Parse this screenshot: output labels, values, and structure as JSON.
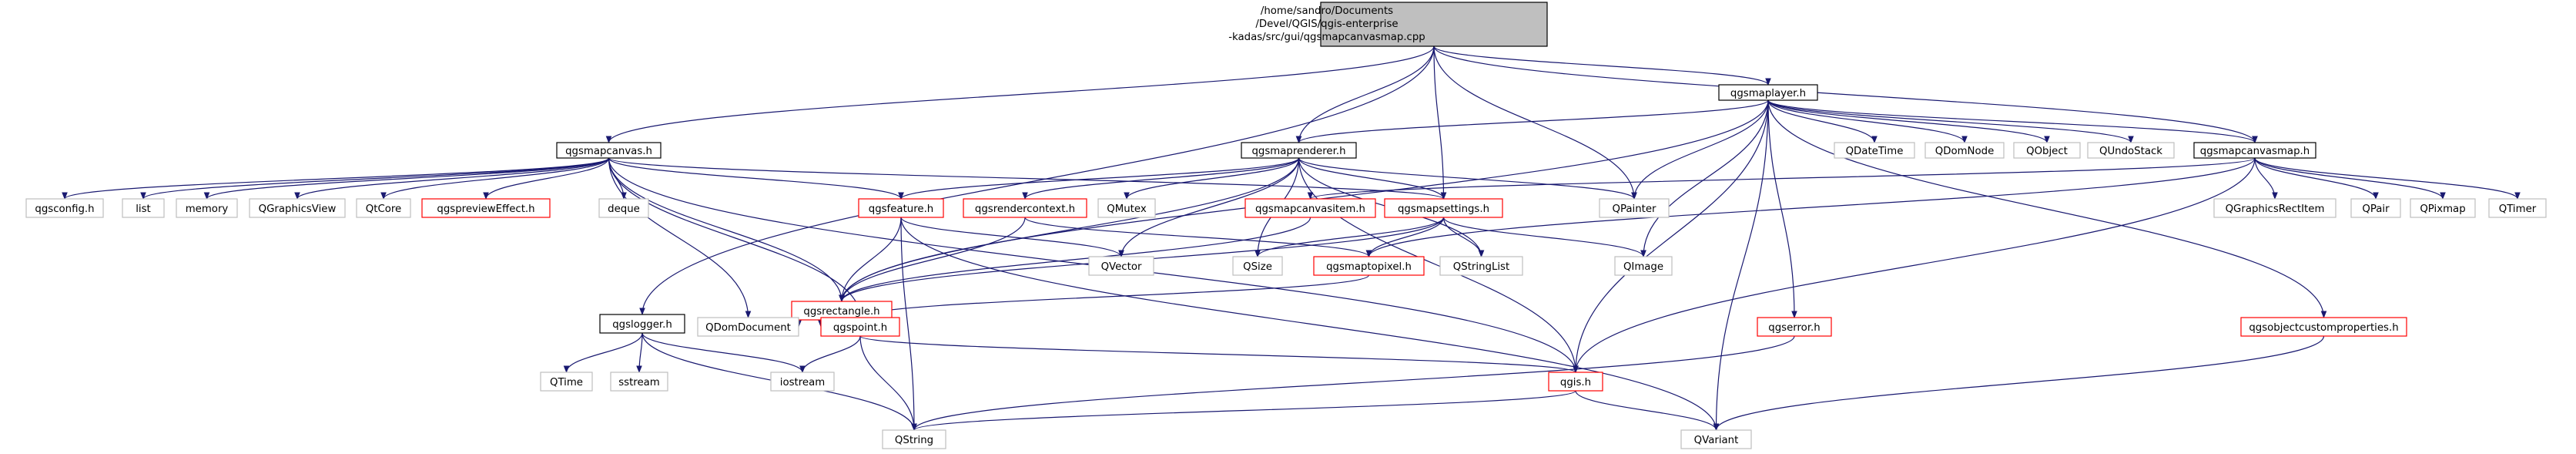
{
  "diagram": {
    "root": {
      "lines": [
        "/home/sandro/Documents",
        "/Devel/QGIS/qgis-enterprise",
        "-kadas/src/gui/qgsmapcanvasmap.cpp"
      ]
    },
    "nodes": {
      "qgsmaplayer_h": "qgsmaplayer.h",
      "qgsmapcanvas_h": "qgsmapcanvas.h",
      "qgsmaprenderer_h": "qgsmaprenderer.h",
      "qgsmapcanvasmap_h": "qgsmapcanvasmap.h",
      "qgsconfig_h": "qgsconfig.h",
      "list": "list",
      "memory": "memory",
      "QGraphicsView": "QGraphicsView",
      "QtCore": "QtCore",
      "qgspreviewEffect_h": "qgspreviewEffect.h",
      "deque": "deque",
      "qgsfeature_h": "qgsfeature.h",
      "qgsrendercontext_h": "qgsrendercontext.h",
      "QMutex": "QMutex",
      "qgsmapsettings_h": "qgsmapsettings.h",
      "qgsmapcanvasitem_h": "qgsmapcanvasitem.h",
      "QPainter": "QPainter",
      "QDateTime": "QDateTime",
      "QDomNode": "QDomNode",
      "QObject": "QObject",
      "QUndoStack": "QUndoStack",
      "QGraphicsRectItem": "QGraphicsRectItem",
      "QPair": "QPair",
      "QPixmap": "QPixmap",
      "QTimer": "QTimer",
      "qgsrectangle_h": "qgsrectangle.h",
      "QVector": "QVector",
      "QSize": "QSize",
      "qgsmaptopixel_h": "qgsmaptopixel.h",
      "QStringList": "QStringList",
      "QImage": "QImage",
      "qgslogger_h": "qgslogger.h",
      "QDomDocument": "QDomDocument",
      "qgspoint_h": "qgspoint.h",
      "qgserror_h": "qgserror.h",
      "qgsobjectcustomproperties_h": "qgsobjectcustomproperties.h",
      "QTime": "QTime",
      "sstream": "sstream",
      "iostream": "iostream",
      "qgis_h": "qgis.h",
      "QString": "QString",
      "QVariant": "QVariant"
    }
  },
  "colors": {
    "edge": "#191970",
    "root_fill": "#bfbfbf",
    "root_stroke": "#000000",
    "documented_stroke": "#000000",
    "undocumented_stroke": "#ff0000",
    "external_stroke": "#bfbfbf",
    "text": "#000000"
  }
}
